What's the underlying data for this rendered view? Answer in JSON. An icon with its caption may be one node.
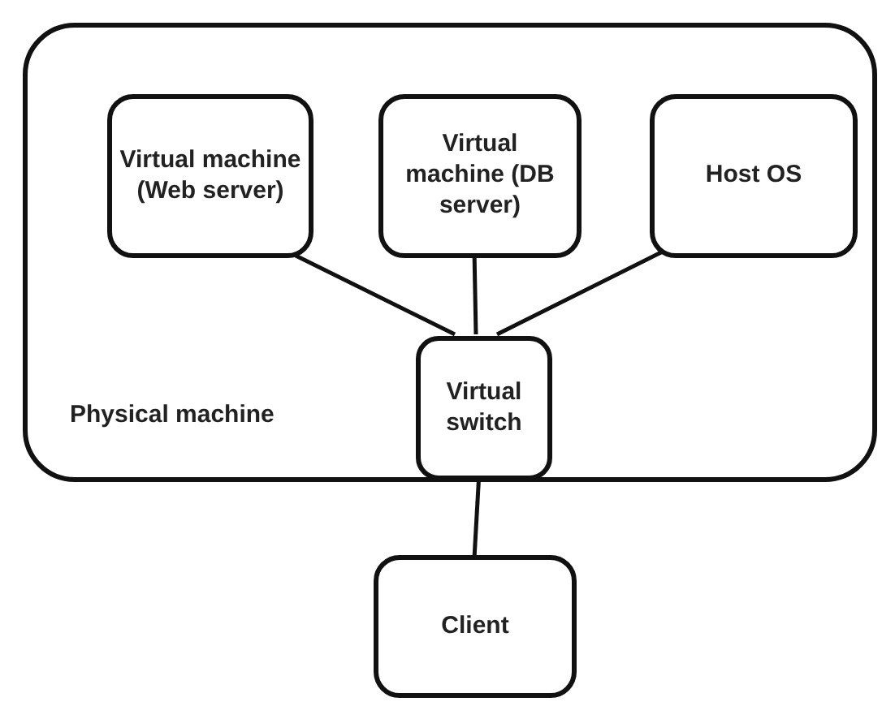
{
  "diagram": {
    "nodes": [
      {
        "text": [
          "Physical machine"
        ]
      },
      {
        "text": [
          "Virtual machine (Web server)"
        ],
        "in": 0
      },
      {
        "text": [
          "Virtual machine (DB server)"
        ],
        "in": 0
      },
      {
        "text": [
          "Host OS"
        ],
        "in": 0
      },
      {
        "text": [
          "Virtual switch"
        ],
        "in": 0
      },
      {
        "text": [
          "Client"
        ]
      }
    ],
    "edges": [
      {
        "from": 1,
        "to": 4,
        "arrow": "none"
      },
      {
        "from": 2,
        "to": 4,
        "arrow": "none"
      },
      {
        "from": 3,
        "to": 4,
        "arrow": "none"
      },
      {
        "from": 4,
        "to": 5,
        "arrow": "none"
      }
    ]
  }
}
